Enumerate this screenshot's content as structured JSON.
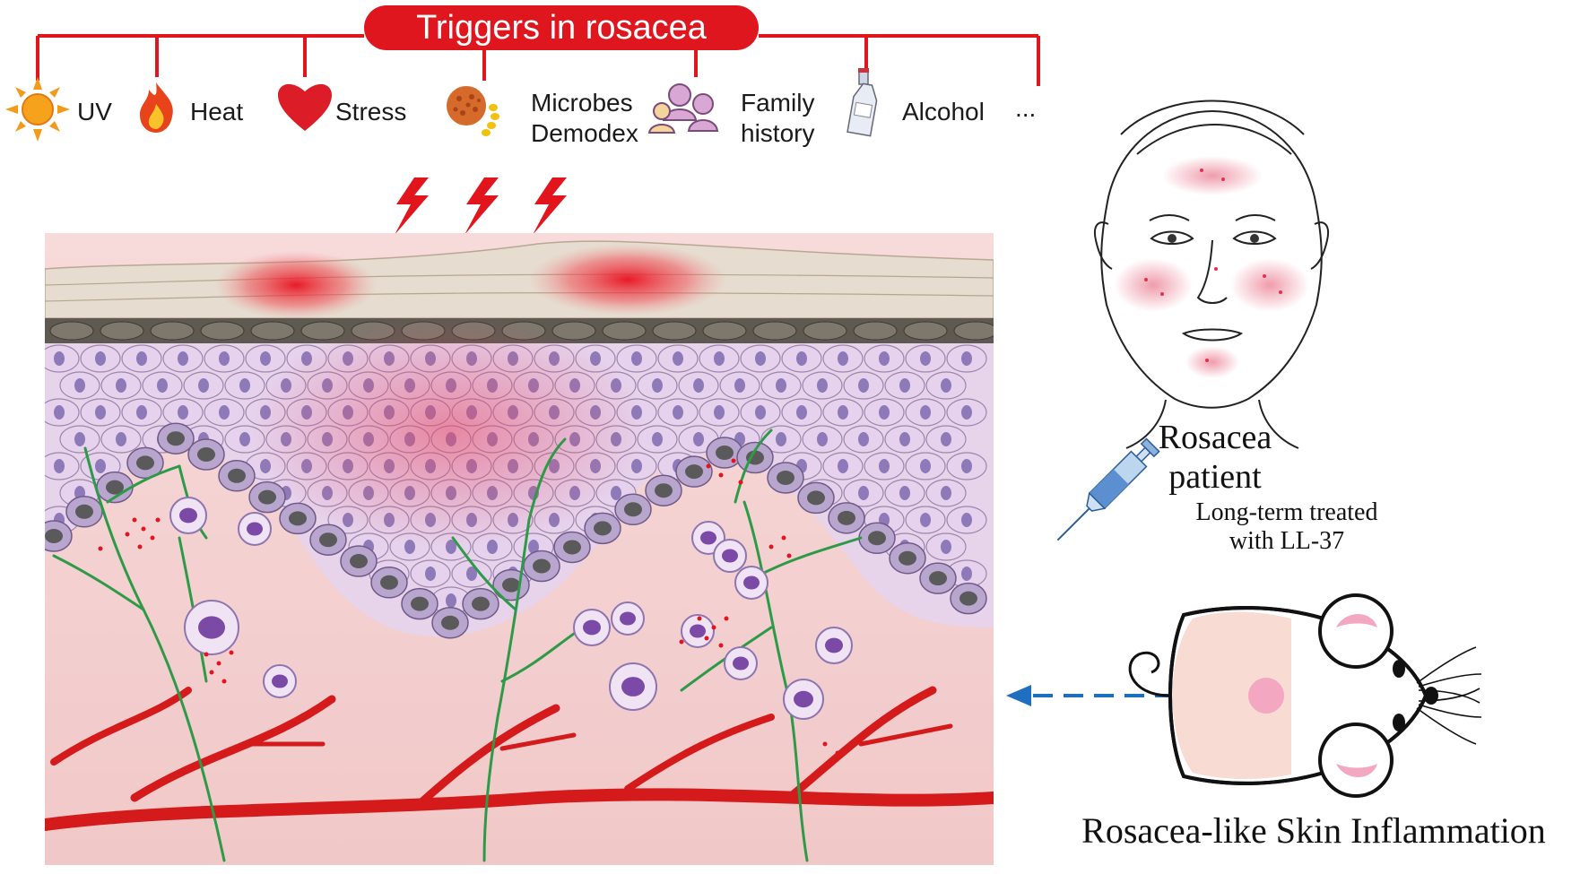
{
  "triggers": {
    "title": "Triggers in rosacea",
    "items": [
      {
        "label": "UV",
        "icon": "sun-icon"
      },
      {
        "label": "Heat",
        "icon": "flame-icon"
      },
      {
        "label": "Stress",
        "icon": "heart-icon"
      },
      {
        "label": "Microbes\nDemodex",
        "icon": "microbe-icon"
      },
      {
        "label": "Family\nhistory",
        "icon": "family-icon"
      },
      {
        "label": "Alcohol",
        "icon": "bottle-icon"
      }
    ],
    "more": "..."
  },
  "patient": {
    "label": "Rosacea patient"
  },
  "mouse": {
    "treatment": "Long-term treated\nwith LL-37",
    "result": "Rosacea-like Skin Inflammation"
  },
  "colors": {
    "accent": "#e0161f",
    "vessel": "#d41a1a",
    "nerve": "#2e9a48",
    "cell": "#c9b3dc",
    "arrow": "#1f6fc0"
  }
}
